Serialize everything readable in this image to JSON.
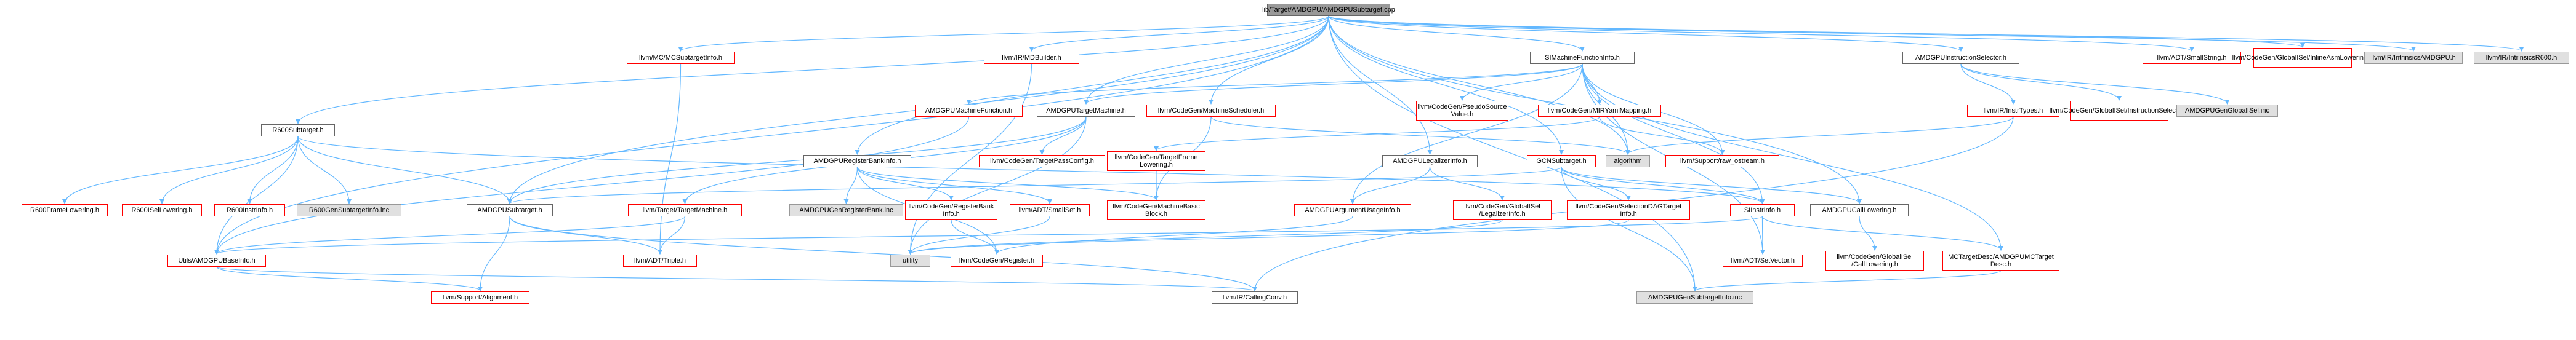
{
  "colors": {
    "edge": "#63b8ff",
    "root_fill": "#999999",
    "missing_border": "#ff0000",
    "documented_border": "#666666",
    "external_fill": "#e0e0e0"
  },
  "nodes": [
    {
      "id": "root",
      "label": "lib/Target/AMDGPU/AMDGPUSubtarget.cpp",
      "kind": "root"
    },
    {
      "id": "r600st",
      "label": "R600Subtarget.h",
      "kind": "black"
    },
    {
      "id": "mcsubinfo",
      "label": "llvm/MC/MCSubtargetInfo.h",
      "kind": "red"
    },
    {
      "id": "mdbuilder",
      "label": "llvm/IR/MDBuilder.h",
      "kind": "red"
    },
    {
      "id": "simfi",
      "label": "SIMachineFunctionInfo.h",
      "kind": "black"
    },
    {
      "id": "amdgpuis",
      "label": "AMDGPUInstructionSelector.h",
      "kind": "black"
    },
    {
      "id": "smallstring",
      "label": "llvm/ADT/SmallString.h",
      "kind": "red"
    },
    {
      "id": "inlineasm",
      "label": "llvm/CodeGen/GlobalISel/InlineAsmLowering.h",
      "kind": "red"
    },
    {
      "id": "intramdgpu",
      "label": "llvm/IR/IntrinsicsAMDGPU.h",
      "kind": "gray"
    },
    {
      "id": "intrr600",
      "label": "llvm/IR/IntrinsicsR600.h",
      "kind": "gray"
    },
    {
      "id": "amdgpumf",
      "label": "AMDGPUMachineFunction.h",
      "kind": "red"
    },
    {
      "id": "amdgputm",
      "label": "AMDGPUTargetMachine.h",
      "kind": "black"
    },
    {
      "id": "machsched",
      "label": "llvm/CodeGen/MachineScheduler.h",
      "kind": "red"
    },
    {
      "id": "pseudosrc",
      "label": "llvm/CodeGen/PseudoSource Value.h",
      "kind": "red"
    },
    {
      "id": "mirmap",
      "label": "llvm/CodeGen/MIRYamlMapping.h",
      "kind": "red"
    },
    {
      "id": "instrtypes",
      "label": "llvm/IR/InstrTypes.h",
      "kind": "red"
    },
    {
      "id": "gisel_is",
      "label": "llvm/CodeGen/GlobalISel/InstructionSelector.h",
      "kind": "red"
    },
    {
      "id": "genglobalisel",
      "label": "AMDGPUGenGlobalISel.inc",
      "kind": "gray"
    },
    {
      "id": "algorithm",
      "label": "algorithm",
      "kind": "gray"
    },
    {
      "id": "rawostream",
      "label": "llvm/Support/raw_ostream.h",
      "kind": "red"
    },
    {
      "id": "amdgpurbi",
      "label": "AMDGPURegisterBankInfo.h",
      "kind": "black"
    },
    {
      "id": "tpassconfig",
      "label": "llvm/CodeGen/TargetPassConfig.h",
      "kind": "red"
    },
    {
      "id": "tframelow",
      "label": "llvm/CodeGen/TargetFrame Lowering.h",
      "kind": "red"
    },
    {
      "id": "amdgpulegal",
      "label": "AMDGPULegalizerInfo.h",
      "kind": "black"
    },
    {
      "id": "gcnst",
      "label": "GCNSubtarget.h",
      "kind": "red"
    },
    {
      "id": "r600framelow",
      "label": "R600FrameLowering.h",
      "kind": "red"
    },
    {
      "id": "r600isellow",
      "label": "R600ISelLowering.h",
      "kind": "red"
    },
    {
      "id": "r600instrinfo",
      "label": "R600InstrInfo.h",
      "kind": "red"
    },
    {
      "id": "r600gensub",
      "label": "R600GenSubtargetInfo.inc",
      "kind": "gray"
    },
    {
      "id": "amdgpusubh",
      "label": "AMDGPUSubtarget.h",
      "kind": "black"
    },
    {
      "id": "targetmachine",
      "label": "llvm/Target/TargetMachine.h",
      "kind": "red"
    },
    {
      "id": "genregbank",
      "label": "AMDGPUGenRegisterBank.inc",
      "kind": "gray"
    },
    {
      "id": "regbankinfo",
      "label": "llvm/CodeGen/RegisterBank Info.h",
      "kind": "red"
    },
    {
      "id": "smallset",
      "label": "llvm/ADT/SmallSet.h",
      "kind": "red"
    },
    {
      "id": "mbb",
      "label": "llvm/CodeGen/MachineBasic Block.h",
      "kind": "red"
    },
    {
      "id": "argusage",
      "label": "AMDGPUArgumentUsageInfo.h",
      "kind": "red"
    },
    {
      "id": "legalinfo",
      "label": "llvm/CodeGen/GlobalISel /LegalizerInfo.h",
      "kind": "red"
    },
    {
      "id": "seldag",
      "label": "llvm/CodeGen/SelectionDAGTarget Info.h",
      "kind": "red"
    },
    {
      "id": "siinstr",
      "label": "SIInstrInfo.h",
      "kind": "red"
    },
    {
      "id": "calllow",
      "label": "AMDGPUCallLowering.h",
      "kind": "black"
    },
    {
      "id": "utilbase",
      "label": "Utils/AMDGPUBaseInfo.h",
      "kind": "red"
    },
    {
      "id": "triple",
      "label": "llvm/ADT/Triple.h",
      "kind": "red"
    },
    {
      "id": "utility",
      "label": "utility",
      "kind": "gray"
    },
    {
      "id": "register",
      "label": "llvm/CodeGen/Register.h",
      "kind": "red"
    },
    {
      "id": "setvector",
      "label": "llvm/ADT/SetVector.h",
      "kind": "red"
    },
    {
      "id": "giselcalllow",
      "label": "llvm/CodeGen/GlobalISel /CallLowering.h",
      "kind": "red"
    },
    {
      "id": "mctarget",
      "label": "MCTargetDesc/AMDGPUMCTarget Desc.h",
      "kind": "red"
    },
    {
      "id": "alignment",
      "label": "llvm/Support/Alignment.h",
      "kind": "red"
    },
    {
      "id": "callconv",
      "label": "llvm/IR/CallingConv.h",
      "kind": "black"
    },
    {
      "id": "gensubinfo",
      "label": "AMDGPUGenSubtargetInfo.inc",
      "kind": "gray"
    }
  ],
  "edges": [
    [
      "root",
      "r600st"
    ],
    [
      "root",
      "mcsubinfo"
    ],
    [
      "root",
      "mdbuilder"
    ],
    [
      "root",
      "simfi"
    ],
    [
      "root",
      "amdgpuis"
    ],
    [
      "root",
      "smallstring"
    ],
    [
      "root",
      "inlineasm"
    ],
    [
      "root",
      "intramdgpu"
    ],
    [
      "root",
      "intrr600"
    ],
    [
      "root",
      "amdgputm"
    ],
    [
      "root",
      "machsched"
    ],
    [
      "root",
      "amdgpurbi"
    ],
    [
      "root",
      "amdgpulegal"
    ],
    [
      "root",
      "gcnst"
    ],
    [
      "root",
      "amdgpusubh"
    ],
    [
      "root",
      "calllow"
    ],
    [
      "root",
      "utilbase"
    ],
    [
      "root",
      "gensubinfo"
    ],
    [
      "root",
      "algorithm"
    ],
    [
      "r600st",
      "r600framelow"
    ],
    [
      "r600st",
      "r600isellow"
    ],
    [
      "r600st",
      "r600instrinfo"
    ],
    [
      "r600st",
      "r600gensub"
    ],
    [
      "r600st",
      "amdgpusubh"
    ],
    [
      "r600st",
      "utilbase"
    ],
    [
      "r600st",
      "siinstr"
    ],
    [
      "mcsubinfo",
      "triple"
    ],
    [
      "mdbuilder",
      "utility"
    ],
    [
      "simfi",
      "amdgpumf"
    ],
    [
      "simfi",
      "pseudosrc"
    ],
    [
      "simfi",
      "mirmap"
    ],
    [
      "simfi",
      "rawostream"
    ],
    [
      "simfi",
      "argusage"
    ],
    [
      "simfi",
      "siinstr"
    ],
    [
      "simfi",
      "setvector"
    ],
    [
      "simfi",
      "amdgputm"
    ],
    [
      "simfi",
      "mctarget"
    ],
    [
      "simfi",
      "algorithm"
    ],
    [
      "amdgpuis",
      "instrtypes"
    ],
    [
      "amdgpuis",
      "gisel_is"
    ],
    [
      "amdgpuis",
      "genglobalisel"
    ],
    [
      "amdgpumf",
      "utilbase"
    ],
    [
      "amdgputm",
      "tpassconfig"
    ],
    [
      "amdgputm",
      "targetmachine"
    ],
    [
      "amdgputm",
      "amdgpusubh"
    ],
    [
      "amdgputm",
      "utility"
    ],
    [
      "machsched",
      "mbb"
    ],
    [
      "machsched",
      "algorithm"
    ],
    [
      "mirmap",
      "rawostream"
    ],
    [
      "mirmap",
      "tframelow"
    ],
    [
      "instrtypes",
      "algorithm"
    ],
    [
      "instrtypes",
      "callconv"
    ],
    [
      "amdgpurbi",
      "genregbank"
    ],
    [
      "amdgpurbi",
      "regbankinfo"
    ],
    [
      "amdgpurbi",
      "smallset"
    ],
    [
      "amdgpurbi",
      "mbb"
    ],
    [
      "amdgpurbi",
      "register"
    ],
    [
      "tframelow",
      "mbb"
    ],
    [
      "amdgpulegal",
      "argusage"
    ],
    [
      "amdgpulegal",
      "legalinfo"
    ],
    [
      "gcnst",
      "seldag"
    ],
    [
      "gcnst",
      "siinstr"
    ],
    [
      "gcnst",
      "calllow"
    ],
    [
      "gcnst",
      "amdgpusubh"
    ],
    [
      "gcnst",
      "gensubinfo"
    ],
    [
      "amdgpusubh",
      "triple"
    ],
    [
      "amdgpusubh",
      "alignment"
    ],
    [
      "amdgpusubh",
      "callconv"
    ],
    [
      "targetmachine",
      "triple"
    ],
    [
      "targetmachine",
      "utilbase"
    ],
    [
      "regbankinfo",
      "register"
    ],
    [
      "smallset",
      "utility"
    ],
    [
      "argusage",
      "register"
    ],
    [
      "legalinfo",
      "utility"
    ],
    [
      "seldag",
      "utility"
    ],
    [
      "siinstr",
      "utilbase"
    ],
    [
      "siinstr",
      "setvector"
    ],
    [
      "siinstr",
      "mctarget"
    ],
    [
      "calllow",
      "giselcalllow"
    ],
    [
      "utilbase",
      "alignment"
    ],
    [
      "utilbase",
      "callconv"
    ],
    [
      "mctarget",
      "gensubinfo"
    ]
  ]
}
